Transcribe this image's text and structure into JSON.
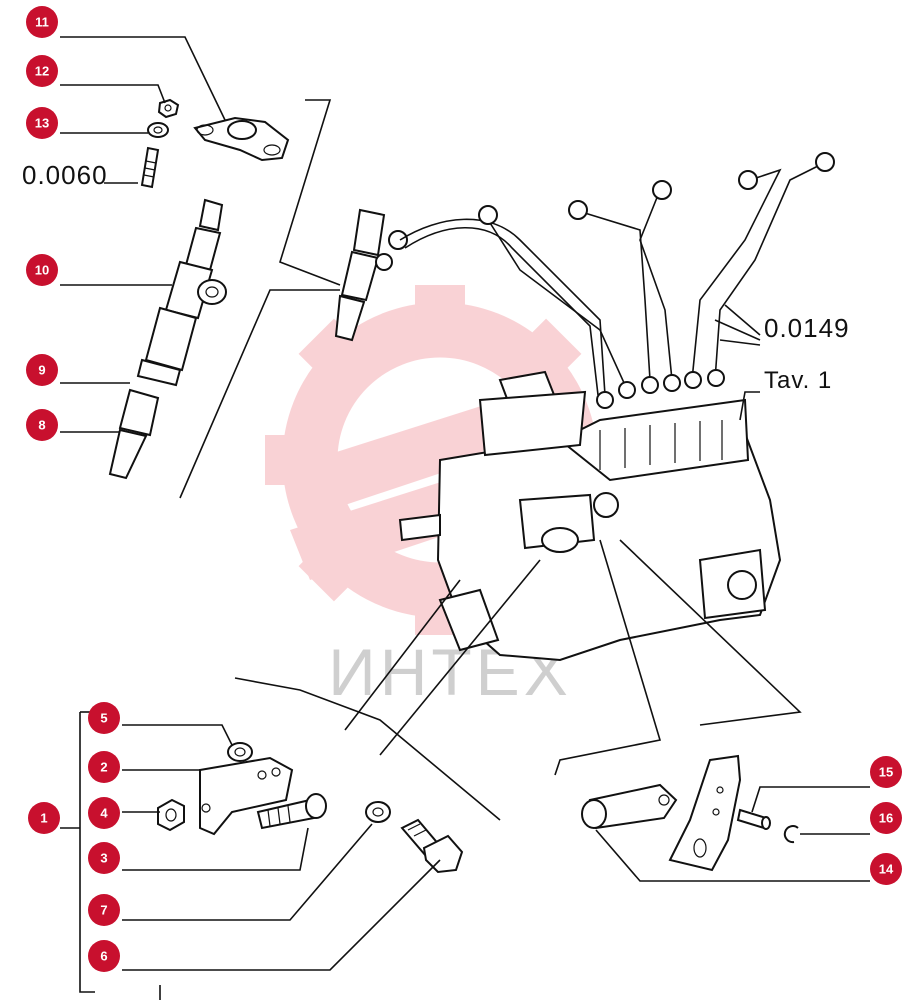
{
  "diagram": {
    "watermark": {
      "text": "ИНТЕХ",
      "color": "#e63946"
    },
    "callout_color": "#c8102e",
    "callouts": [
      {
        "id": "11",
        "label": "11"
      },
      {
        "id": "12",
        "label": "12"
      },
      {
        "id": "13",
        "label": "13"
      },
      {
        "id": "10",
        "label": "10"
      },
      {
        "id": "9",
        "label": "9"
      },
      {
        "id": "8",
        "label": "8"
      },
      {
        "id": "5",
        "label": "5"
      },
      {
        "id": "2",
        "label": "2"
      },
      {
        "id": "4",
        "label": "4"
      },
      {
        "id": "1",
        "label": "1"
      },
      {
        "id": "3",
        "label": "3"
      },
      {
        "id": "7",
        "label": "7"
      },
      {
        "id": "6",
        "label": "6"
      },
      {
        "id": "15",
        "label": "15"
      },
      {
        "id": "16",
        "label": "16"
      },
      {
        "id": "14",
        "label": "14"
      }
    ],
    "references": {
      "ref_a": "0.0060",
      "ref_b": "0.0149",
      "ref_c": "Tav. 1"
    }
  }
}
